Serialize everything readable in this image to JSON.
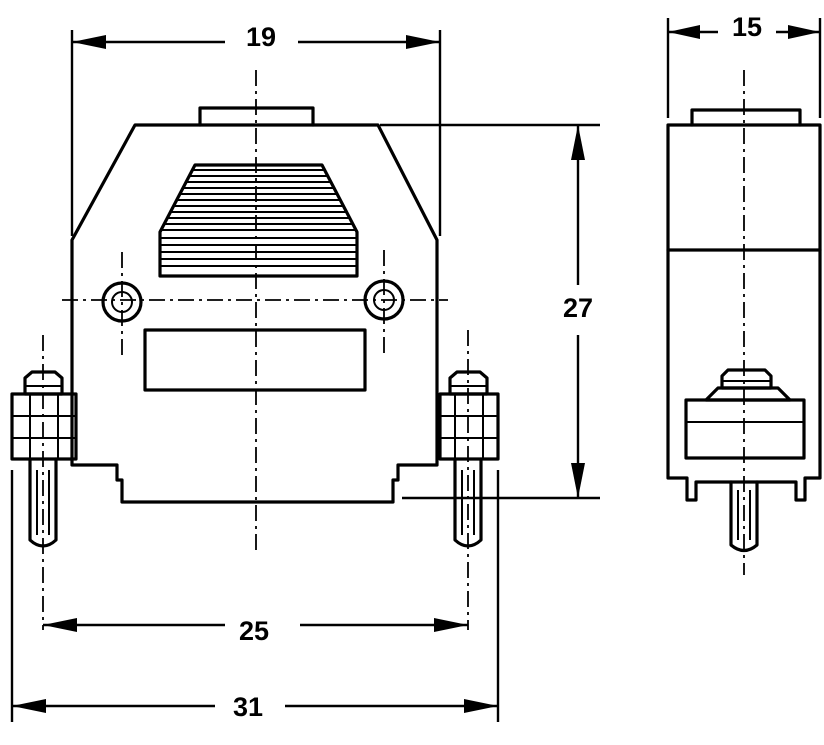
{
  "front_view": {
    "dimensions": {
      "top_width": "19",
      "height": "27",
      "screw_spacing": "25",
      "overall_width": "31"
    }
  },
  "side_view": {
    "dimensions": {
      "depth": "15"
    }
  }
}
